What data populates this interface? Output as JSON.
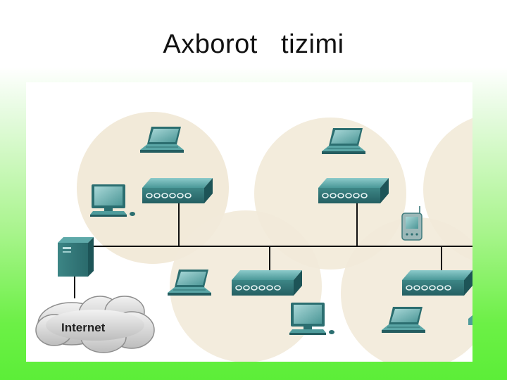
{
  "slide": {
    "title": "Axborot   tizimi"
  },
  "diagram": {
    "cloud_label": "Internet",
    "colors": {
      "zone": "#f2ead9",
      "device": "#3e8a8a",
      "device_dark": "#1f5d60",
      "device_light": "#7cbcbc",
      "line": "#111111",
      "cloud": "#d4d4d4"
    },
    "zones": [
      {
        "id": "zone-top-left"
      },
      {
        "id": "zone-top-middle"
      },
      {
        "id": "zone-top-right"
      },
      {
        "id": "zone-bottom-left"
      },
      {
        "id": "zone-bottom-right"
      }
    ],
    "devices": [
      {
        "type": "laptop",
        "name": "laptop-top-left"
      },
      {
        "type": "desktop",
        "name": "desktop-top-left"
      },
      {
        "type": "hub",
        "name": "hub-top-left"
      },
      {
        "type": "laptop",
        "name": "laptop-top-middle"
      },
      {
        "type": "hub",
        "name": "hub-top-middle"
      },
      {
        "type": "pda",
        "name": "pda-device"
      },
      {
        "type": "server",
        "name": "server"
      },
      {
        "type": "laptop",
        "name": "laptop-bottom-left"
      },
      {
        "type": "hub",
        "name": "hub-bottom-left"
      },
      {
        "type": "desktop",
        "name": "desktop-bottom-middle"
      },
      {
        "type": "hub",
        "name": "hub-bottom-right"
      },
      {
        "type": "laptop",
        "name": "laptop-bottom-right"
      }
    ]
  }
}
